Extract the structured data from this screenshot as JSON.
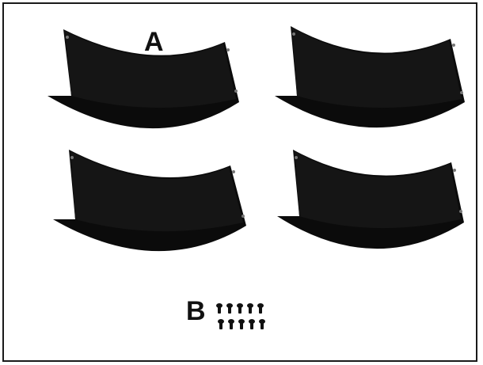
{
  "labels": {
    "part_a": "A",
    "part_b": "B"
  },
  "panels": {
    "count": 4,
    "description_icon": "curved-panel-icon"
  },
  "hardware": {
    "rows": 2,
    "per_row": 5,
    "icon": "bolt-icon"
  },
  "colors": {
    "panel": "#0b0b0b",
    "border": "#1a1a1a",
    "background": "#ffffff"
  }
}
